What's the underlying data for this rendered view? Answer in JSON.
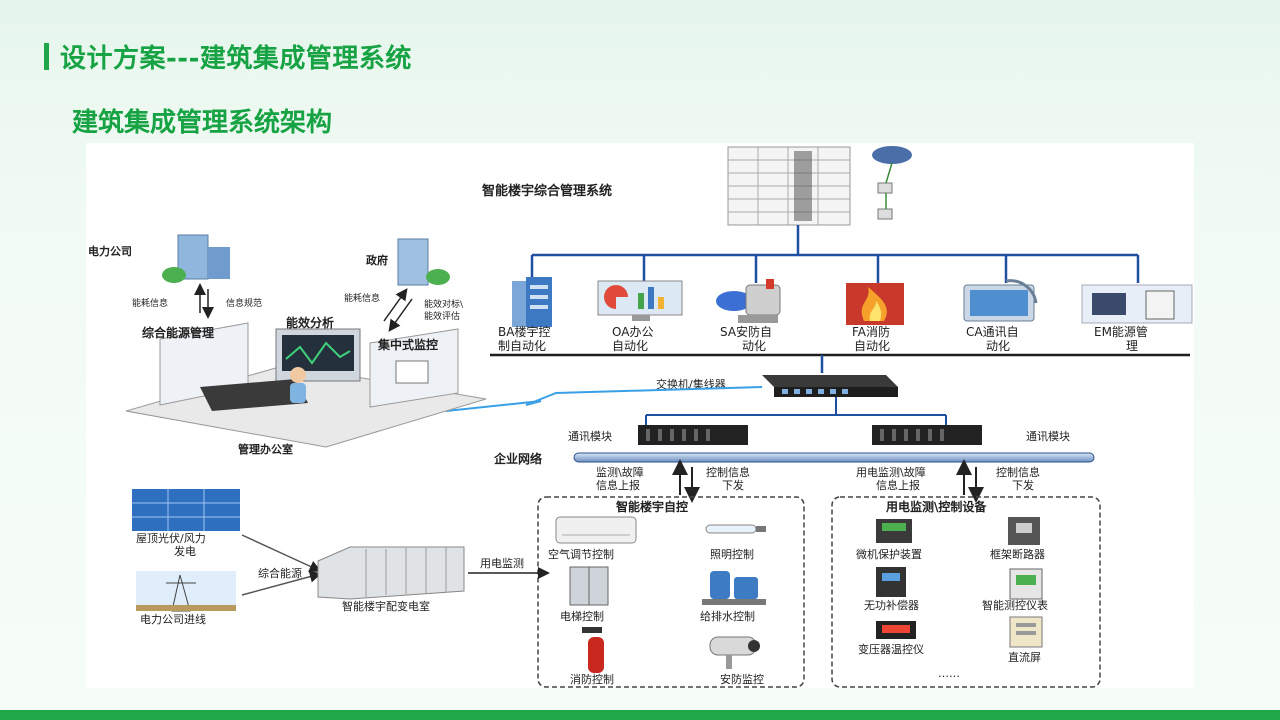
{
  "slide": {
    "title": "设计方案---建筑集成管理系统",
    "subtitle": "建筑集成管理系统架构"
  },
  "diagram": {
    "top_system": "智能楼宇综合管理系统",
    "subsystems": [
      {
        "line1": "BA楼宇控",
        "line2": "制自动化"
      },
      {
        "line1": "OA办公",
        "line2": "自动化"
      },
      {
        "line1": "SA安防自",
        "line2": "动化"
      },
      {
        "line1": "FA消防",
        "line2": "自动化"
      },
      {
        "line1": "CA通讯自",
        "line2": "动化"
      },
      {
        "line1": "EM能源管",
        "line2": "理"
      }
    ],
    "switch_label": "交换机/集线器",
    "comm_module_left": "通讯模块",
    "comm_module_right": "通讯模块",
    "enterprise_net": "企业网络",
    "left_arrows": {
      "up": "监测\\故障",
      "up2": "信息上报",
      "down": "控制信息",
      "down2": "下发"
    },
    "right_arrows": {
      "up": "用电监测\\故障",
      "up2": "信息上报",
      "down": "控制信息",
      "down2": "下发"
    },
    "power_company": "电力公司",
    "government": "政府",
    "energy_info_1": "能耗信息",
    "info_standard": "信息规范",
    "energy_info_2": "能耗信息",
    "efficiency_eval": "能效对标\\",
    "efficiency_eval2": "能效评估",
    "panel_energy": "综合能源管理",
    "panel_analysis": "能效分析",
    "panel_monitor": "集中式监控",
    "office": "管理办公室",
    "solar": "屋顶光伏/风力",
    "solar2": "发电",
    "grid": "电力公司进线",
    "combined_energy": "综合能源",
    "substation": "智能楼宇配变电室",
    "power_monitor": "用电监测",
    "auto_box_title": "智能楼宇自控",
    "auto_items": [
      "空气调节控制",
      "照明控制",
      "电梯控制",
      "给排水控制",
      "消防控制",
      "安防监控"
    ],
    "power_box_title": "用电监测\\控制设备",
    "power_items": [
      "微机保护装置",
      "框架断路器",
      "无功补偿器",
      "智能测控仪表",
      "变压器温控仪",
      "直流屏"
    ],
    "ellipsis": "……"
  },
  "colors": {
    "accent": "#17a343",
    "footer": "#20a84a",
    "line_blue": "#1e4fa0",
    "bus_blue": "#2a6cd0"
  }
}
